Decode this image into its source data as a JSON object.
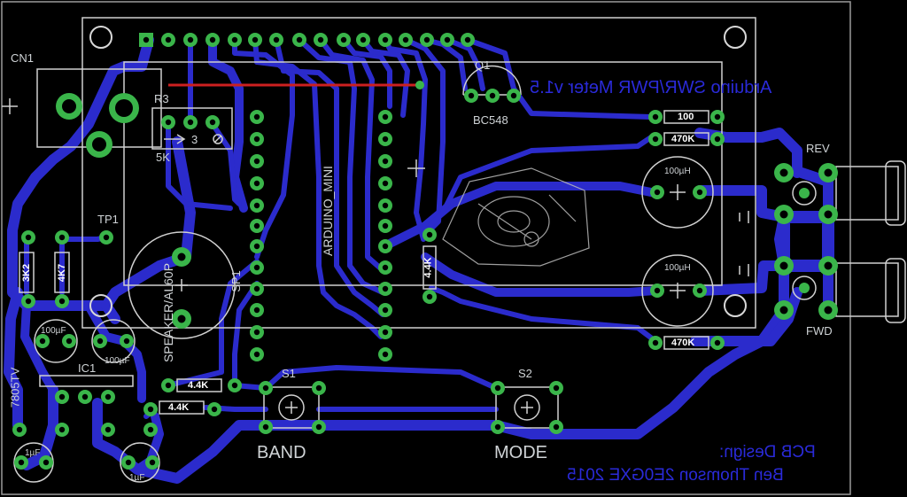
{
  "labels": {
    "cn1": "CN1",
    "r3": "R3",
    "r3_value": "5K",
    "r3_marking": "3",
    "q1": "Q1",
    "q1_part": "BC548",
    "tp1": "TP1",
    "speaker": "SPEAKER/AL60P",
    "sp1": "SP1",
    "arduino": "ARDUINO_MINI",
    "ic1": "IC1",
    "ic1_part": "7805TV",
    "s1": "S1",
    "s2": "S2",
    "band": "BAND",
    "mode": "MODE",
    "rev": "REV",
    "fwd": "FWD",
    "r_3k2": "3K2",
    "r_4k7": "4K7",
    "r_4k4a": "4.4K",
    "r_4k4b": "4.4K",
    "r_4k4v": "4.4K",
    "r_100": "100",
    "r_470k_top": "470K",
    "r_470k_bot": "470K",
    "ind_top": "100µH",
    "ind_bot": "100µH",
    "cap_left": "100µF",
    "cap_right": "100µF",
    "cap_small_left": "1µF",
    "cap_small_right": "1µF"
  },
  "title": "Arduino SWR/PWR Meter v1.5",
  "credit_line1": "PCB Design:",
  "credit_line2": "Ben Thomson 2E0GXE 2015",
  "colors": {
    "background": "#000000",
    "trace": "#2b2bcc",
    "pad": "#3ab54a",
    "silkscreen": "#d0d0d0",
    "jumper": "#cc2020"
  }
}
